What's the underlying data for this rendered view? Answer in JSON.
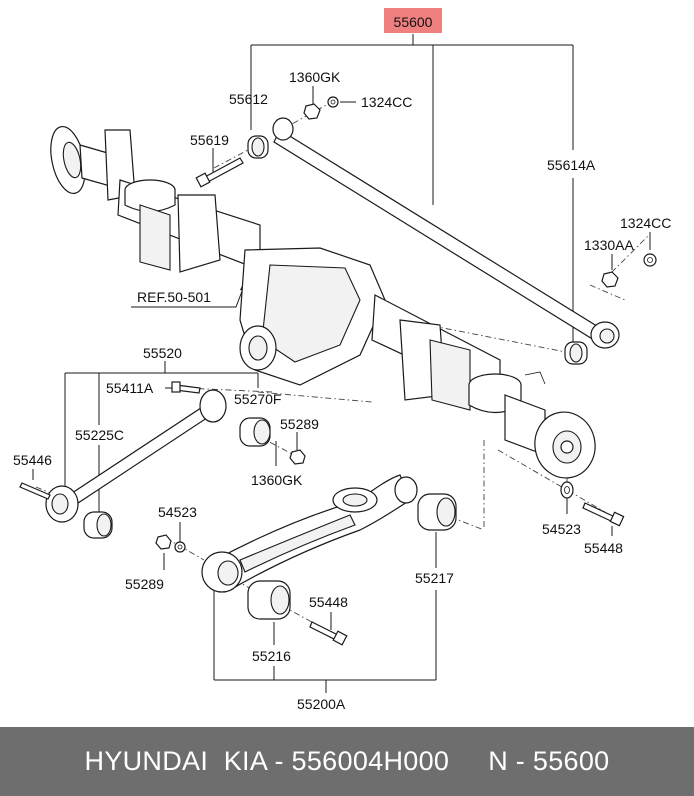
{
  "diagram": {
    "labels": {
      "main": "55600",
      "arm_rod": "55614A",
      "bush_upper": "55612",
      "bolt_upper": "55619",
      "nut_1360gk_top": "1360GK",
      "nut_1324cc_top": "1324CC",
      "nut_1324cc_right": "1324CC",
      "washer_1330aa": "1330AA",
      "ref": "REF.50-501",
      "lateral_arm": "55520",
      "bolt_55411a": "55411A",
      "bush_55270f": "55270F",
      "bush_55225c": "55225C",
      "bolt_55446": "55446",
      "nut_55289_right": "55289",
      "nut_1360gk_mid": "1360GK",
      "washer_54523_right": "54523",
      "bolt_55448_right": "55448",
      "washer_54523_left": "54523",
      "nut_55289_left": "55289",
      "bush_55217": "55217",
      "bolt_55448_lower": "55448",
      "bush_55216": "55216",
      "lower_arm_assy": "55200A"
    },
    "highlight_color": "#f08080"
  },
  "footer": {
    "text": "HYUNDAI  KIA - 556004H000     N - 55600"
  }
}
